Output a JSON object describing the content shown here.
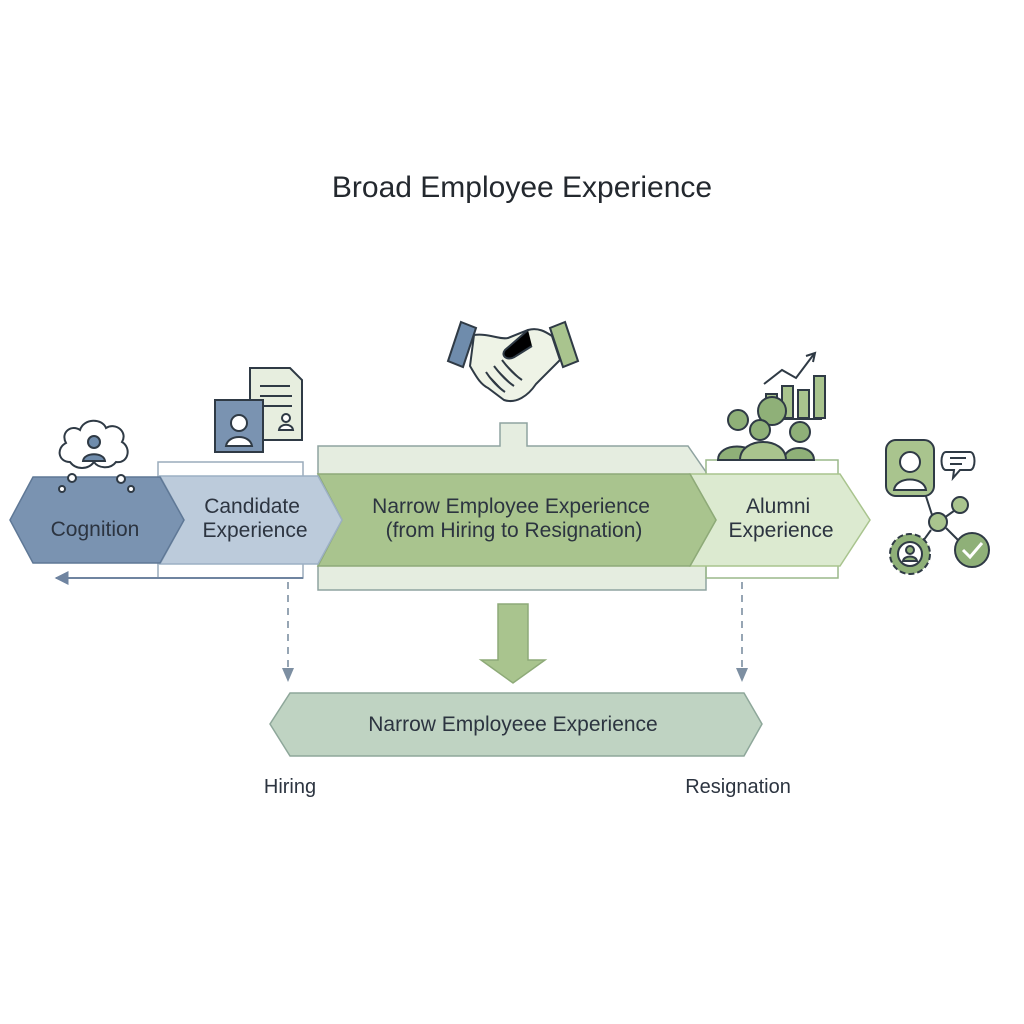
{
  "title": "Broad Employee Experience",
  "stages": [
    {
      "id": "cognition",
      "label": [
        "Cognition"
      ],
      "icon": "thought-bubble-person-icon"
    },
    {
      "id": "candidate",
      "label": [
        "Candidate",
        "Experience"
      ],
      "icon": "resume-documents-icon"
    },
    {
      "id": "narrow",
      "label": [
        "Narrow Employee Experience",
        "(from Hiring to Resignation)"
      ],
      "icon": "handshake-icon"
    },
    {
      "id": "alumni",
      "label": [
        "Alumni",
        "Experience"
      ],
      "icon": "group-growth-chart-icon"
    }
  ],
  "network_icon": "people-network-icon",
  "detail": {
    "label": "Narrow Employeee Experience",
    "start_label": "Hiring",
    "end_label": "Resignation"
  },
  "colors": {
    "blue_dark": "#7a93b1",
    "blue_light": "#bccbdb",
    "green_main": "#a9c48e",
    "green_pale": "#dde9cf",
    "outline": "#5d6f80",
    "icon_green": "#7ea05f",
    "icon_blue": "#6f8cac"
  }
}
